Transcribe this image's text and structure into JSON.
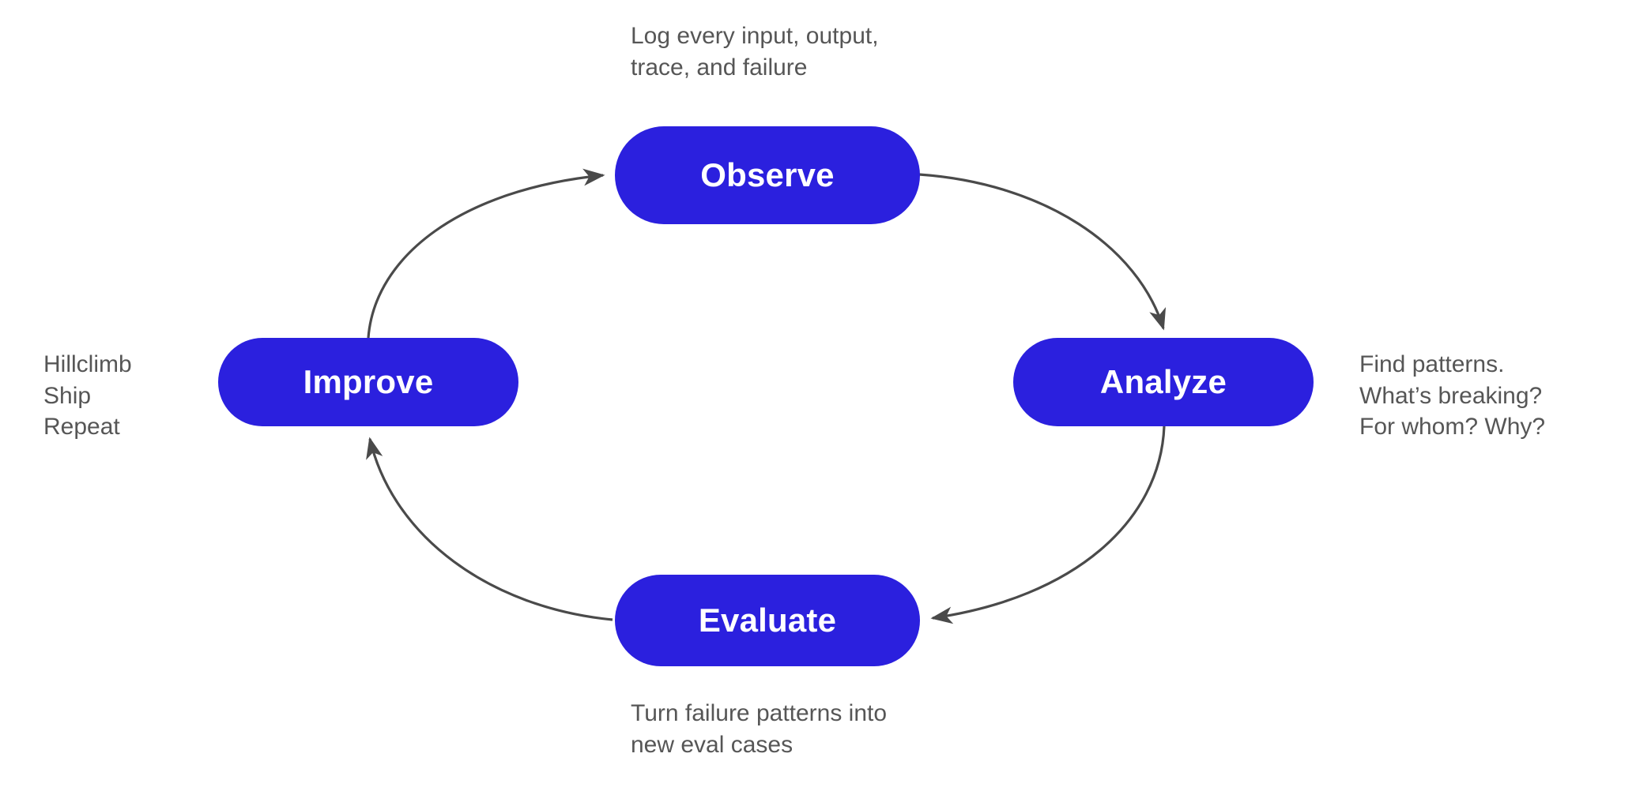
{
  "diagram": {
    "title": "Observe / Analyze / Evaluate / Improve cycle",
    "background_color": "#ffffff",
    "node_fill_color": "#2b20de",
    "node_text_color": "#ffffff",
    "caption_text_color": "#565656",
    "arrow_color": "#4a4a4a",
    "nodes": [
      {
        "id": "observe",
        "label": "Observe",
        "position": "top"
      },
      {
        "id": "analyze",
        "label": "Analyze",
        "position": "right"
      },
      {
        "id": "evaluate",
        "label": "Evaluate",
        "position": "bottom"
      },
      {
        "id": "improve",
        "label": "Improve",
        "position": "left"
      }
    ],
    "captions": [
      {
        "id": "observe",
        "text": "Log every input, output,\ntrace, and failure",
        "anchor": "above-observe"
      },
      {
        "id": "analyze",
        "text": "Find patterns.\nWhat’s breaking?\nFor whom? Why?",
        "anchor": "right-of-analyze"
      },
      {
        "id": "evaluate",
        "text": "Turn failure patterns into\nnew eval cases",
        "anchor": "below-evaluate"
      },
      {
        "id": "improve",
        "text": "Hillclimb\nShip\nRepeat",
        "anchor": "left-of-improve"
      }
    ],
    "edges": [
      {
        "id": "observe-to-analyze",
        "from": "Observe",
        "to": "Analyze",
        "direction": "clockwise"
      },
      {
        "id": "analyze-to-evaluate",
        "from": "Analyze",
        "to": "Evaluate",
        "direction": "clockwise"
      },
      {
        "id": "evaluate-to-improve",
        "from": "Evaluate",
        "to": "Improve",
        "direction": "clockwise"
      },
      {
        "id": "improve-to-observe",
        "from": "Improve",
        "to": "Observe",
        "direction": "clockwise"
      }
    ]
  }
}
